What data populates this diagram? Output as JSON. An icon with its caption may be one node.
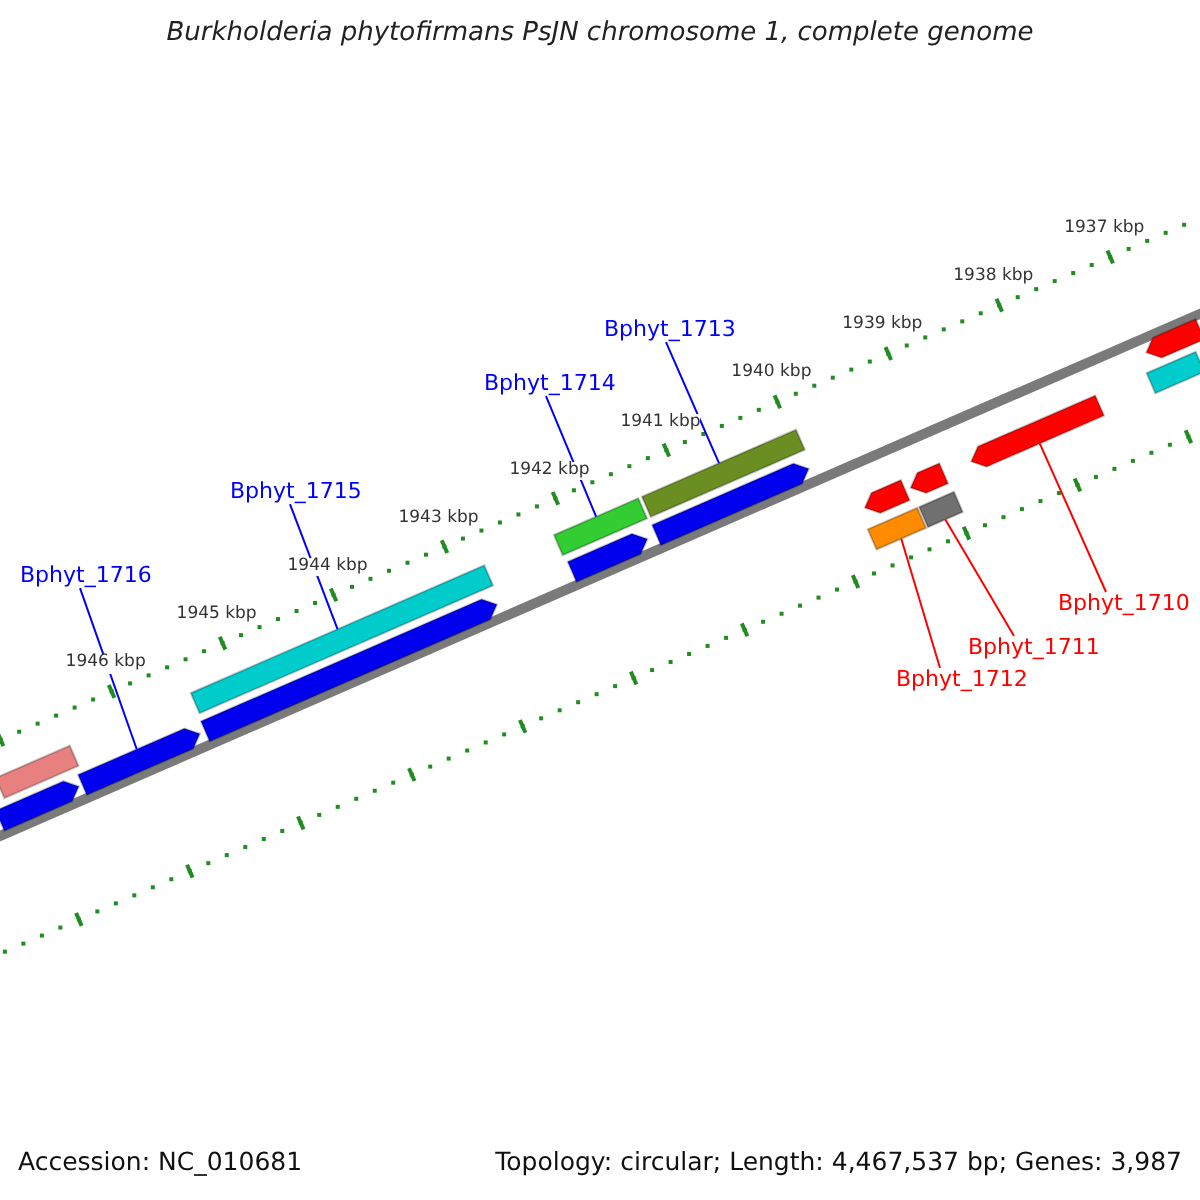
{
  "diagram": {
    "title": "Burkholderia phytofirmans PsJN chromosome 1, complete genome",
    "nodes": [
      {
        "text": [
          "Bphyt_1713"
        ]
      },
      {
        "text": [
          "Bphyt_1714"
        ]
      },
      {
        "text": [
          "Bphyt_1715"
        ]
      },
      {
        "text": [
          "Bphyt_1716"
        ]
      },
      {
        "text": [
          "Bphyt_1710"
        ]
      },
      {
        "text": [
          "Bphyt_1711"
        ]
      },
      {
        "text": [
          "Bphyt_1712"
        ]
      },
      {
        "text": [],
        "shape": "bar"
      },
      {
        "text": [],
        "shape": "bar"
      },
      {
        "text": [],
        "shape": "bar"
      },
      {
        "text": [],
        "shape": "bar"
      },
      {
        "text": [],
        "shape": "bar"
      },
      {
        "text": [],
        "shape": "bar"
      },
      {
        "text": [],
        "shape": "bar"
      },
      {
        "text": [],
        "shape": "bar"
      },
      {
        "text": [],
        "shape": "bar"
      },
      {
        "text": [],
        "shape": "bar"
      },
      {
        "text": [],
        "shape": "bar"
      },
      {
        "text": [],
        "shape": "bar"
      },
      {
        "text": [],
        "shape": "bar"
      },
      {
        "text": [],
        "shape": "bar"
      },
      {
        "text": [],
        "shape": "bar"
      },
      {
        "text": [],
        "shape": "bar"
      }
    ],
    "edges": [
      {
        "from": 0,
        "to": 14,
        "arrow": "none"
      },
      {
        "from": 1,
        "to": 12,
        "arrow": "none"
      },
      {
        "from": 2,
        "to": 10,
        "arrow": "none"
      },
      {
        "from": 3,
        "to": 9,
        "arrow": "none"
      },
      {
        "from": 4,
        "to": 20,
        "arrow": "none",
        "color": "#ff0000"
      },
      {
        "from": 5,
        "to": 18,
        "arrow": "none",
        "color": "#ff0000"
      },
      {
        "from": 6,
        "to": 16,
        "arrow": "none",
        "color": "#ff0000"
      }
    ],
    "labels": [
      "1937 kbp",
      "1938 kbp",
      "1939 kbp",
      "1940 kbp",
      "1941 kbp",
      "1942 kbp",
      "1943 kbp",
      "1944 kbp",
      "1945 kbp",
      "1946 kbp",
      "Accession: NC_010681",
      "Topology: circular; Length: 4,467,537 bp; Genes: 3,987"
    ]
  }
}
